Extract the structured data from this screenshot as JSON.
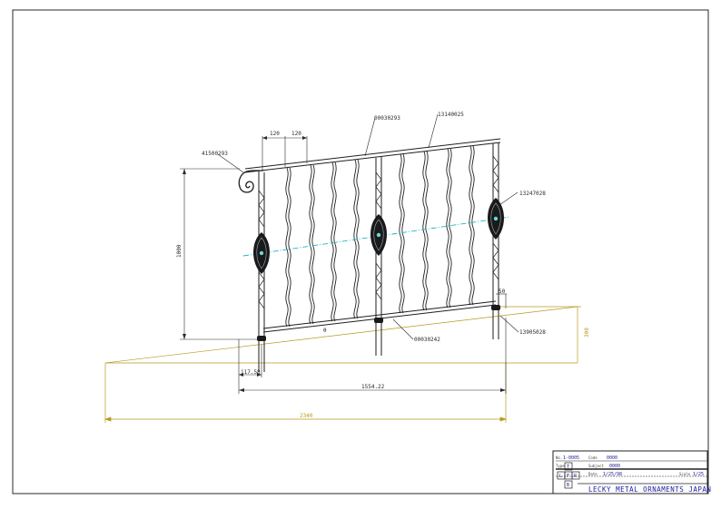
{
  "drawing": {
    "part_labels": {
      "end_scroll": "41500293",
      "top_rail": "00030293",
      "top_rail_cap": "13140025",
      "right_ornament": "13247028",
      "bottom_rail": "00030242",
      "foot": "13905028"
    },
    "dimensions": {
      "spacing_a": "120",
      "spacing_b": "120",
      "height": "1000",
      "bottom_offset": "50",
      "ground_offset": "117.58",
      "post_span": "1554.22",
      "slope_rise": "300",
      "overall_length": "2340",
      "angle_mark": "θ"
    }
  },
  "title_block": {
    "drawing_no_key": "No.",
    "drawing_no": "1-0005",
    "code_key": "Code",
    "code": "0000",
    "type_key": "Type",
    "type_code": "T",
    "subject_key": "Subject",
    "subject": "0000",
    "views": [
      "L",
      "F",
      "R",
      "B"
    ],
    "date_key": "Date",
    "date": "1/25/98",
    "scale_key": "Scale",
    "scale": "1/25",
    "company": "LECKY METAL ORNAMENTS JAPAN"
  },
  "colors": {
    "line": "#2a2a2a",
    "dimension_cyan": "#1f7f8f",
    "dimension_yellow": "#b89a1e",
    "title_block_text": "#1a1aa0"
  }
}
